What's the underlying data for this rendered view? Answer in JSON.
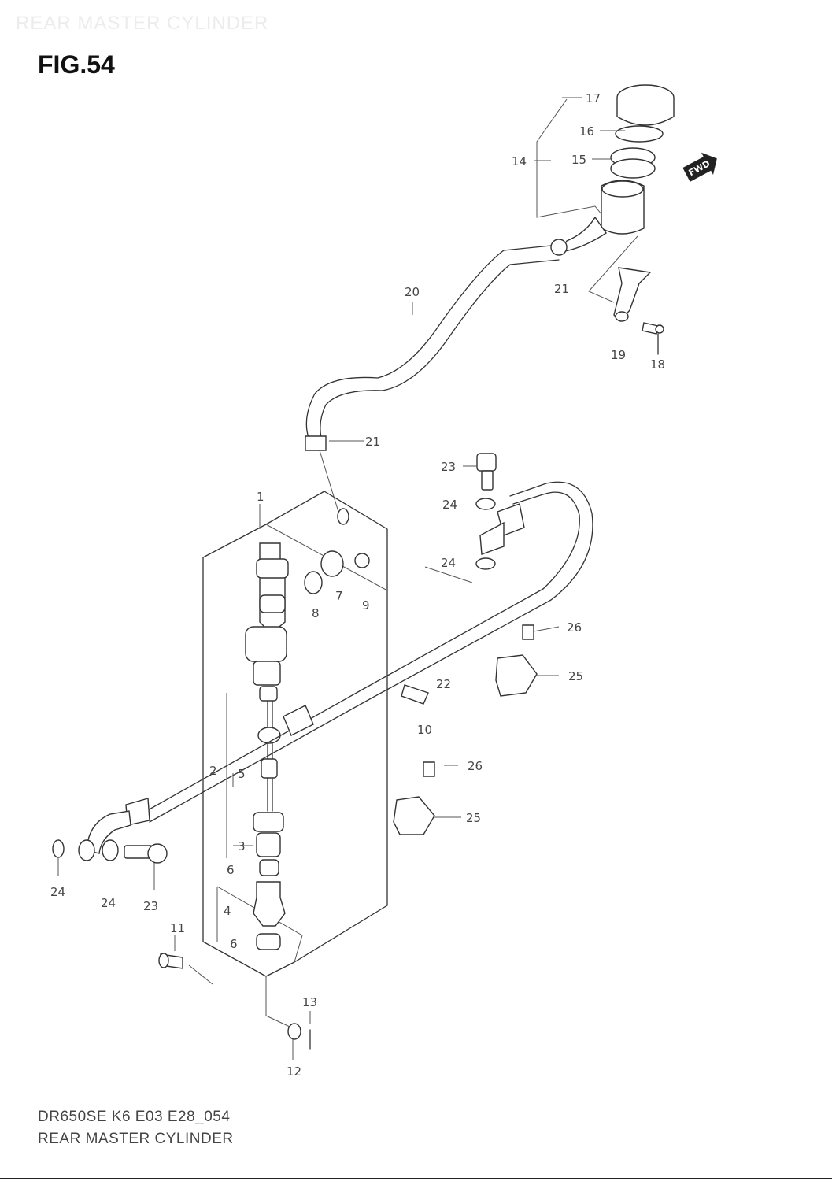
{
  "header": {
    "ghost_title": "REAR MASTER CYLINDER",
    "figure_label": "FIG.54"
  },
  "footer": {
    "code": "DR650SE K6 E03 E28_054",
    "caption": "REAR MASTER CYLINDER"
  },
  "diagram": {
    "fwd_label": "FWD",
    "callouts": {
      "c1": "1",
      "c2": "2",
      "c3": "3",
      "c4": "4",
      "c5": "5",
      "c6a": "6",
      "c6b": "6",
      "c7": "7",
      "c8": "8",
      "c9": "9",
      "c10": "10",
      "c11": "11",
      "c12": "12",
      "c13": "13",
      "c14": "14",
      "c15": "15",
      "c16": "16",
      "c17": "17",
      "c18": "18",
      "c19": "19",
      "c20": "20",
      "c21a": "21",
      "c21b": "21",
      "c22": "22",
      "c23a": "23",
      "c23b": "23",
      "c24a": "24",
      "c24b": "24",
      "c24c": "24",
      "c24d": "24",
      "c25a": "25",
      "c25b": "25",
      "c26a": "26",
      "c26b": "26"
    }
  }
}
